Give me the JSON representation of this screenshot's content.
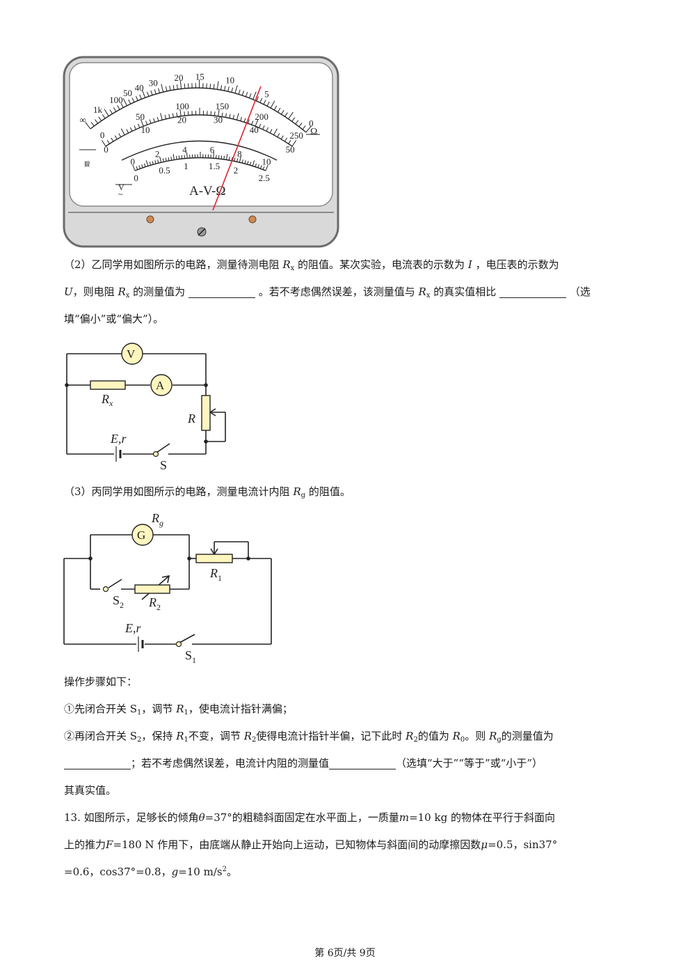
{
  "meter": {
    "ohm_scale": [
      "∞",
      "1k",
      "100",
      "50",
      "40",
      "30",
      "20",
      "15",
      "10",
      "5",
      "0"
    ],
    "ohm_unit": "Ω",
    "dc_scale_a": [
      "0",
      "50",
      "100",
      "150",
      "200",
      "250"
    ],
    "dc_scale_b": [
      "0",
      "10",
      "20",
      "30",
      "40",
      "50"
    ],
    "dc_scale_c": [
      "0",
      "2",
      "4",
      "6",
      "8",
      "10"
    ],
    "ac_scale": [
      "0",
      "0.5",
      "1",
      "1.5",
      "2",
      "2.5"
    ],
    "label": "A-V-Ω",
    "left_mark_top": "≅",
    "left_mark_bottom": "~",
    "left_mark_v": "V"
  },
  "q2": {
    "line1": "（2）乙同学用如图所示的电路，测量待测电阻",
    "line1b": "的阻值。某次实验，电流表的示数为",
    "line1c": "，电压表的示数为",
    "line2a": "，则电阻",
    "line2b": "的测量值为",
    "line2c": "。若不考虑偶然误差，该测量值与",
    "line2d": "的真实值相比",
    "line2e": "（选",
    "line3": "填“偏小”或“偏大”）。",
    "var_R": "R",
    "sub_x": "x",
    "var_I": "I",
    "var_U": "U"
  },
  "circuit1": {
    "voltmeter": "V",
    "ammeter": "A",
    "rx_R": "R",
    "rx_sub": "x",
    "rheostat": "R",
    "source": "E,r",
    "switch": "S"
  },
  "q3": {
    "text_a": "（3）丙同学用如图所示的电路，测量电流计内阻",
    "text_b": "的阻值。",
    "var_R": "R",
    "sub_g": "g"
  },
  "circuit2": {
    "galvo": "G",
    "rg_R": "R",
    "rg_sub": "g",
    "r1_R": "R",
    "r1_sub": "1",
    "r2_R": "R",
    "r2_sub": "2",
    "s2_S": "S",
    "s2_sub": "2",
    "s1_S": "S",
    "s1_sub": "1",
    "source": "E,r"
  },
  "steps": {
    "title": "操作步骤如下：",
    "step1a": "①先闭合开关 S",
    "step1_sub1": "1",
    "step1b": "，调节",
    "step1c": "，使电流计指针满偏；",
    "step2a": "②再闭合开关 S",
    "step2_sub": "2",
    "step2b": "，保持",
    "step2c": "不变，调节",
    "step2d": "使得电流计指针半偏，记下此时",
    "step2e": "的值为",
    "step2f": "。则",
    "step2g": "的测量值为",
    "step3a": "；若不考虑偶然误差，电流计内阻的测量值",
    "step3b": "（选填“大于”“等于”或“小于”）",
    "step4": "其真实值。",
    "var_R": "R",
    "s1": "1",
    "s2": "2",
    "s0": "0",
    "sg": "g"
  },
  "q13": {
    "l1a": "13. 如图所示，足够长的倾角",
    "theta": "θ",
    "l1b": "=37°的粗糙斜面固定在水平面上，一质量",
    "m": "m",
    "l1c": "=10 kg 的物体在平行于斜面向",
    "l2a": "上的推力",
    "F": "F",
    "l2b": "=180 N 作用下，由底端从静止开始向上运动，已知物体与斜面间的动摩擦因数",
    "mu": "μ",
    "l2c": "=0.5，sin37°",
    "l3a": "=0.6，cos37°=0.8，",
    "g": "g",
    "l3b": "=10 m/s",
    "sup2": "2",
    "l3c": "。"
  },
  "footer": "第 6页/共 9页"
}
